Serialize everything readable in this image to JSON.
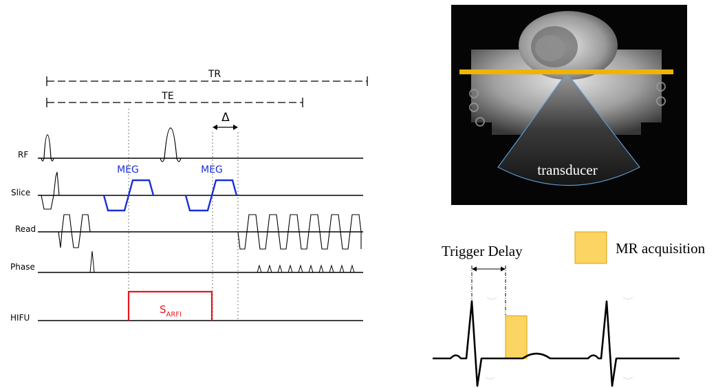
{
  "sequence": {
    "intervals": {
      "tr": "TR",
      "te": "TE",
      "delta": "Δ"
    },
    "rows": [
      {
        "key": "rf",
        "label": "RF"
      },
      {
        "key": "slice",
        "label": "Slice"
      },
      {
        "key": "read",
        "label": "Read"
      },
      {
        "key": "phase",
        "label": "Phase"
      },
      {
        "key": "hifu",
        "label": "HIFU"
      }
    ],
    "gradient_labels": [
      "MEG",
      "MEG"
    ],
    "pulse_label": {
      "main": "S",
      "sub": "ARFI"
    },
    "colors": {
      "gradient": "#1a2fd6",
      "pulse": "#e8141c",
      "axis": "#000000"
    }
  },
  "mr_image": {
    "label": "transducer",
    "colors": {
      "focus_line": "#f0b400",
      "transducer_outline": "#5b9bd5"
    }
  },
  "ecg": {
    "trigger_label": "Trigger Delay",
    "legend_label": "MR acquisition",
    "colors": {
      "acquisition_fill": "#fcd463",
      "acquisition_stroke": "#d9a300"
    }
  }
}
